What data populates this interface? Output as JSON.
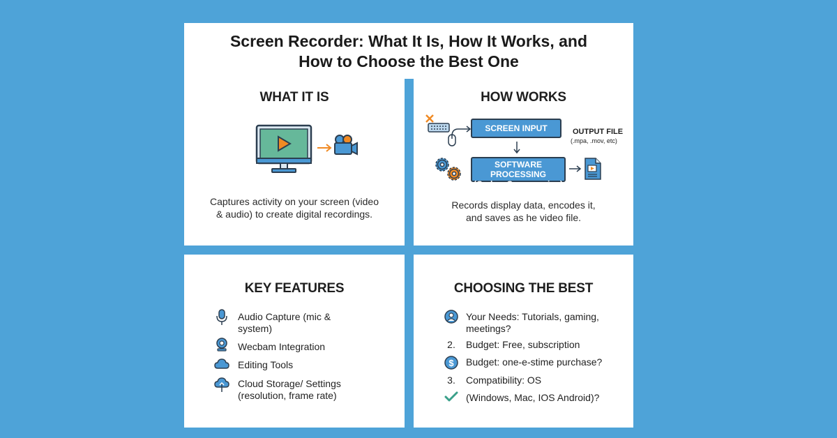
{
  "title": {
    "line1": "Screen Recorder: What It Is, How It Works, and",
    "line2": "How to Choose the Best One"
  },
  "what_it_is": {
    "heading": "WHAT IT IS",
    "desc_line1": "Captures activity on your screen (video",
    "desc_line2": "& audio) to create digital recordings."
  },
  "how_works": {
    "heading": "HOW WORKS",
    "screen_input": "SCREEN INPUT",
    "processing_line1": "SOFTWARE PROCESSING",
    "processing_line2": "(Codec, Compression)",
    "output_label": "OUTPUT FILE",
    "output_formats": "(.mpa, .mov, etc)",
    "desc_line1": "Records display data, encodes it,",
    "desc_line2": "and saves as he video file."
  },
  "key_features": {
    "heading": "KEY FEATURES",
    "items": [
      {
        "icon": "microphone-icon",
        "line1": "Audio Capture (mic &",
        "line2": "system)"
      },
      {
        "icon": "webcam-icon",
        "line1": "Wecbam Integration",
        "line2": ""
      },
      {
        "icon": "cloud-icon",
        "line1": "Editing Tools",
        "line2": ""
      },
      {
        "icon": "cloud-upload-icon",
        "line1": "Cloud Storage/ Settings",
        "line2": "(resolution, frame rate)"
      }
    ]
  },
  "choosing": {
    "heading": "CHOOSING THE BEST",
    "items": [
      {
        "marker": "user-icon",
        "line1": "Your Needs: Tutorials, gaming,",
        "line2": "meetings?"
      },
      {
        "marker": "2.",
        "line1": "Budget: Free, subscription",
        "line2": ""
      },
      {
        "marker": "dollar-icon",
        "line1": "Budget: one-e-stime purchase?",
        "line2": ""
      },
      {
        "marker": "3.",
        "line1": "Compatibility: OS",
        "line2": ""
      },
      {
        "marker": "checkmark-icon",
        "line1": "(Windows, Mac, IOS Android)?",
        "line2": ""
      }
    ]
  },
  "colors": {
    "background": "#4ea3d8",
    "panel": "#ffffff",
    "accent_blue": "#4a98d4",
    "accent_orange": "#f08a24",
    "screen_green": "#66b89a",
    "outline": "#2c3e50"
  }
}
